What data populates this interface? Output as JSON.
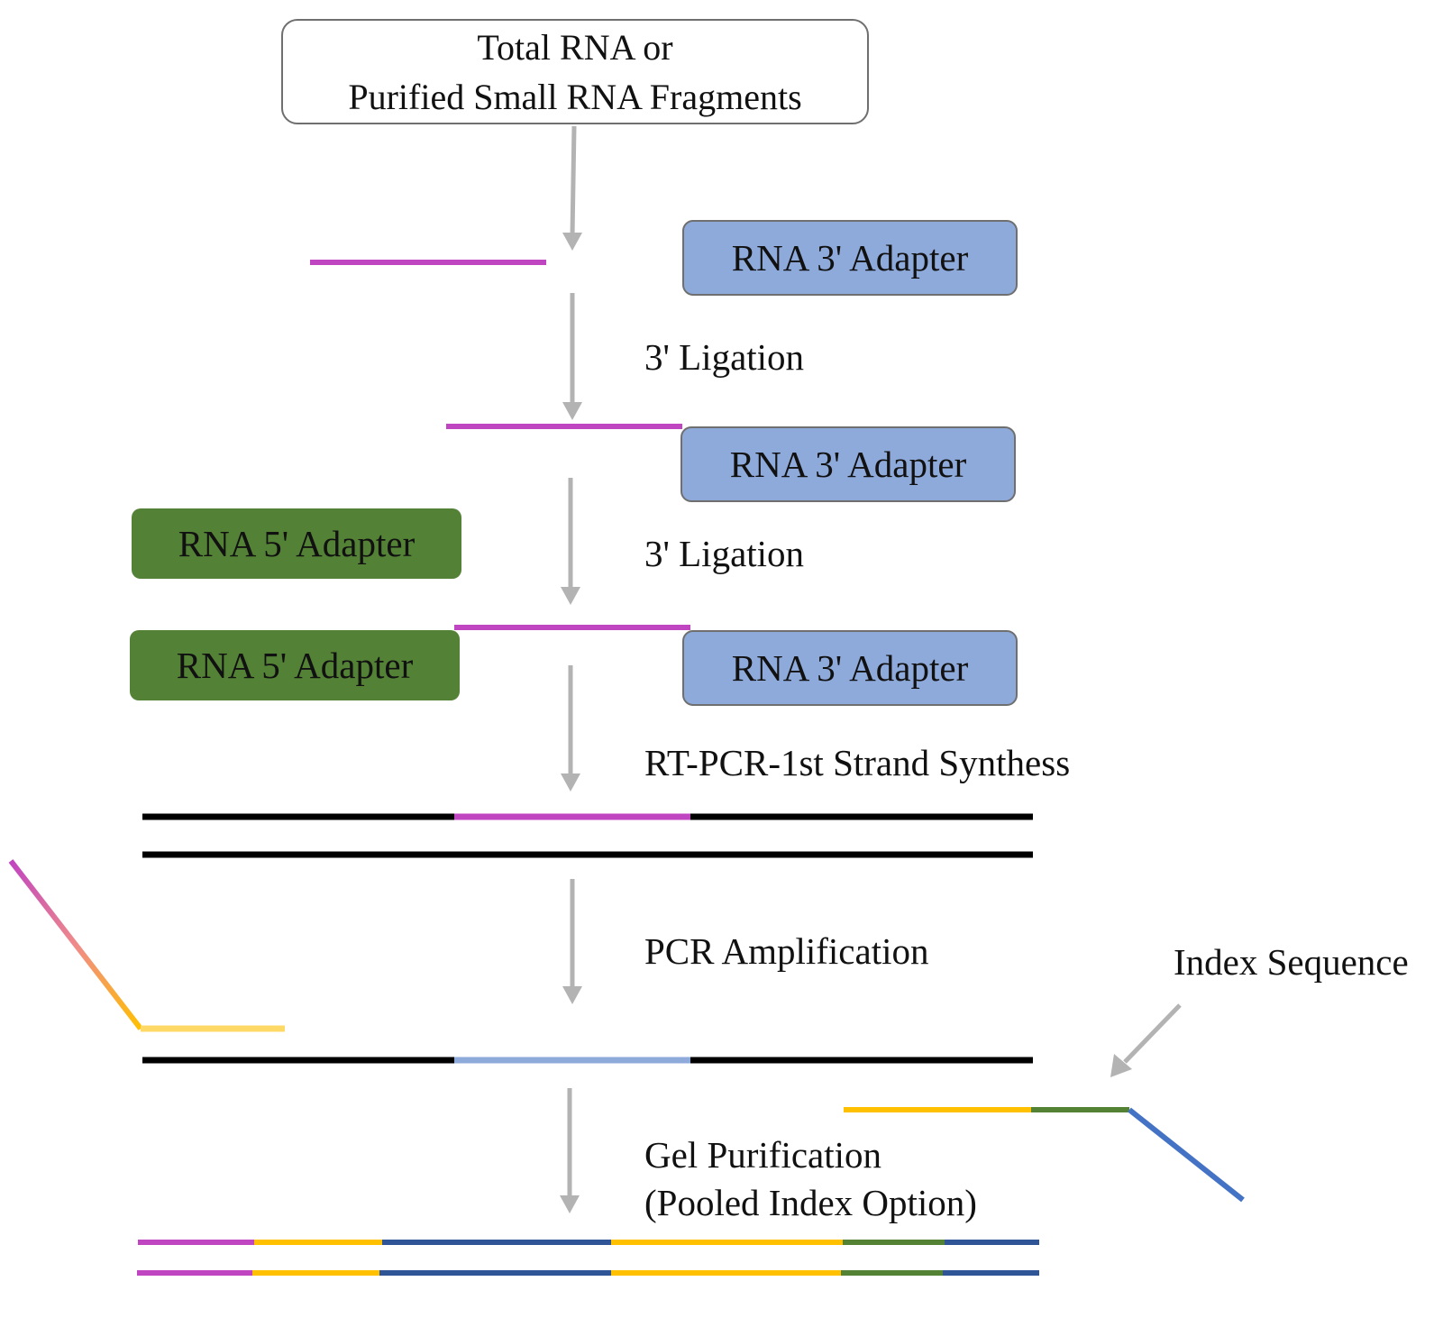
{
  "start_box": {
    "line1": "Total RNA or",
    "line2": "Purified Small RNA Fragments"
  },
  "adapters": {
    "rna3": "RNA 3' Adapter",
    "rna5": "RNA 5' Adapter"
  },
  "steps": {
    "ligation_3_a": "3' Ligation",
    "ligation_3_b": "3' Ligation",
    "rt_pcr": "RT-PCR-1st Strand Synthess",
    "pcr_amp": "PCR Amplification",
    "gel_line1": "Gel Purification",
    "gel_line2": "(Pooled Index Option)"
  },
  "index_label": "Index Sequence",
  "colors": {
    "arrow": "#b3b3b3",
    "rna": "#c045c0",
    "dna": "#000000",
    "adapter3": "#8eaadb",
    "adapter5": "#538135",
    "yellow": "#ffc000",
    "light_yellow": "#ffd966",
    "blue_strand": "#2f5597",
    "index_green": "#548235",
    "primer_blue": "#4472c4"
  }
}
